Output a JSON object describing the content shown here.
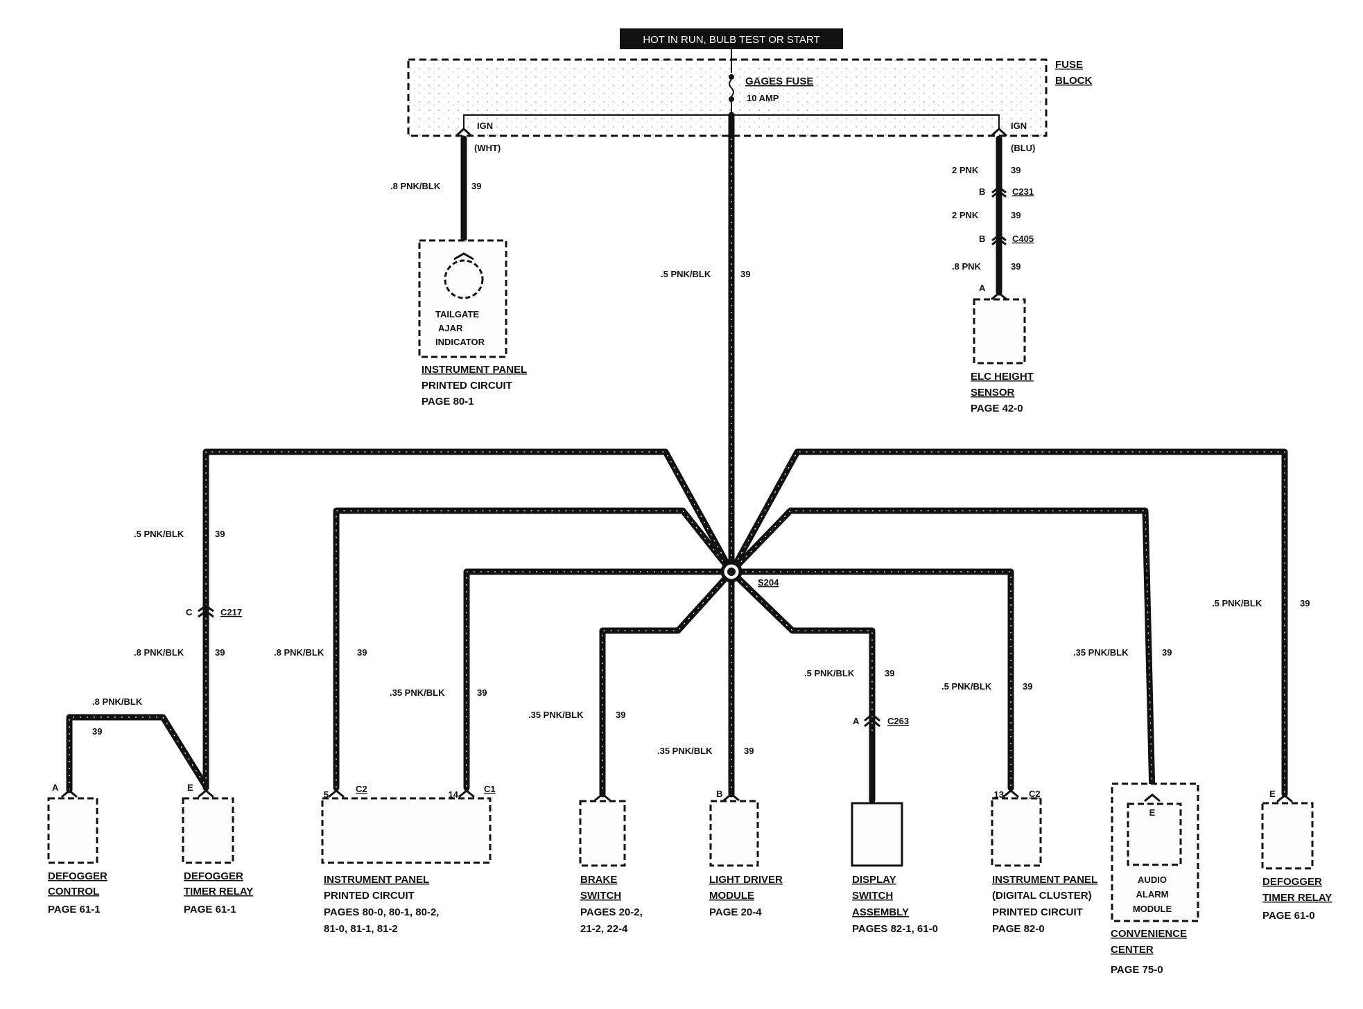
{
  "header": {
    "power_label": "HOT IN RUN, BULB TEST OR START"
  },
  "fuse_block": {
    "label_line1": "FUSE",
    "label_line2": "BLOCK",
    "fuse_name": "GAGES FUSE",
    "fuse_rating": "10 AMP",
    "ign_left": "IGN",
    "ign_right": "IGN",
    "left_conn_color": "(WHT)",
    "right_conn_color": "(BLU)"
  },
  "splice": {
    "id": "S204"
  },
  "wires": {
    "main": {
      "gauge": ".5 PNK/BLK",
      "circuit": "39"
    },
    "tailgate": {
      "gauge": ".8 PNK/BLK",
      "circuit": "39"
    },
    "elc_1": {
      "gauge": "2 PNK",
      "circuit": "39"
    },
    "elc_2": {
      "gauge": "2 PNK",
      "circuit": "39"
    },
    "elc_3": {
      "gauge": ".8 PNK",
      "circuit": "39"
    },
    "defog_left_upper": {
      "gauge": ".5 PNK/BLK",
      "circuit": "39"
    },
    "defog_left_lower": {
      "gauge": ".8 PNK/BLK",
      "circuit": "39"
    },
    "defog_control": {
      "gauge": ".8 PNK/BLK",
      "circuit": "39"
    },
    "ip_c2": {
      "gauge": ".8 PNK/BLK",
      "circuit": "39"
    },
    "ip_c1": {
      "gauge": ".35 PNK/BLK",
      "circuit": "39"
    },
    "brake": {
      "gauge": ".35 PNK/BLK",
      "circuit": "39"
    },
    "light_driver": {
      "gauge": ".35 PNK/BLK",
      "circuit": "39"
    },
    "display": {
      "gauge": ".5 PNK/BLK",
      "circuit": "39"
    },
    "digital_cluster": {
      "gauge": ".5 PNK/BLK",
      "circuit": "39"
    },
    "audio_alarm": {
      "gauge": ".35 PNK/BLK",
      "circuit": "39"
    },
    "defog_right": {
      "gauge": ".5 PNK/BLK",
      "circuit": "39"
    }
  },
  "connectors": {
    "c231": {
      "id": "C231",
      "pin": "B"
    },
    "c405": {
      "id": "C405",
      "pin": "B"
    },
    "c217": {
      "id": "C217",
      "pin": "C"
    },
    "c263": {
      "id": "C263",
      "pin": "A"
    }
  },
  "components": {
    "tailgate": {
      "inner": [
        "TAILGATE",
        "AJAR",
        "INDICATOR"
      ],
      "label": [
        "INSTRUMENT PANEL",
        "PRINTED CIRCUIT"
      ],
      "page": "PAGE 80-1"
    },
    "elc": {
      "pin": "A",
      "label": [
        "ELC HEIGHT",
        "SENSOR"
      ],
      "page": "PAGE 42-0"
    },
    "defog_control": {
      "pin": "A",
      "label": [
        "DEFOGGER",
        "CONTROL"
      ],
      "page": "PAGE 61-1"
    },
    "defog_timer_left": {
      "pin": "E",
      "label": [
        "DEFOGGER",
        "TIMER RELAY"
      ],
      "page": "PAGE 61-1"
    },
    "ip_printed": {
      "pin_c2": "5",
      "conn_c2": "C2",
      "pin_c1": "14",
      "conn_c1": "C1",
      "label": [
        "INSTRUMENT PANEL",
        "PRINTED CIRCUIT"
      ],
      "pages": [
        "PAGES 80-0, 80-1, 80-2,",
        "81-0, 81-1, 81-2"
      ]
    },
    "brake": {
      "label": [
        "BRAKE",
        "SWITCH"
      ],
      "pages": [
        "PAGES 20-2,",
        "21-2, 22-4"
      ]
    },
    "light_driver": {
      "pin": "B",
      "label": [
        "LIGHT DRIVER",
        "MODULE"
      ],
      "page": "PAGE 20-4"
    },
    "display": {
      "label": [
        "DISPLAY",
        "SWITCH",
        "ASSEMBLY"
      ],
      "pages": "PAGES 82-1, 61-0"
    },
    "digital_cluster": {
      "pin": "13",
      "conn": "C2",
      "label": "INSTRUMENT PANEL",
      "sub": [
        "(DIGITAL CLUSTER)",
        "PRINTED CIRCUIT"
      ],
      "page": "PAGE 82-0"
    },
    "audio_alarm": {
      "pin": "E",
      "inner": [
        "AUDIO",
        "ALARM",
        "MODULE"
      ],
      "label": [
        "CONVENIENCE",
        "CENTER"
      ],
      "page": "PAGE 75-0"
    },
    "defog_timer_right": {
      "pin": "E",
      "label": [
        "DEFOGGER",
        "TIMER RELAY"
      ],
      "page": "PAGE 61-0"
    }
  }
}
